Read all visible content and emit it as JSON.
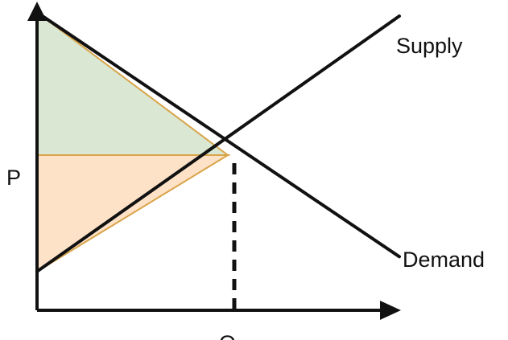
{
  "chart_data": {
    "type": "line",
    "title": "",
    "xlabel": "",
    "ylabel": "",
    "x_tick_labels": [
      "Q"
    ],
    "y_tick_labels": [
      "P"
    ],
    "xlim": [
      0,
      10
    ],
    "ylim": [
      0,
      10
    ],
    "grid": false,
    "equilibrium": {
      "x": 5,
      "y": 5
    },
    "series": [
      {
        "name": "Supply",
        "points": [
          [
            0,
            1.25
          ],
          [
            10,
            10
          ]
        ],
        "color": "#111111"
      },
      {
        "name": "Demand",
        "points": [
          [
            0,
            9.6
          ],
          [
            10,
            1.65
          ]
        ],
        "color": "#111111"
      }
    ],
    "regions": [
      {
        "fill": "#d9e7d3",
        "stroke": "#d9a44a",
        "polygon": [
          [
            0,
            9.6
          ],
          [
            5,
            5
          ],
          [
            0,
            5
          ]
        ]
      },
      {
        "fill": "#fde2c8",
        "stroke": "#d9a44a",
        "polygon": [
          [
            0,
            5
          ],
          [
            5,
            5
          ],
          [
            0,
            1.25
          ]
        ]
      }
    ],
    "colors": {
      "axis": "#111111",
      "guide": "#111111"
    }
  }
}
